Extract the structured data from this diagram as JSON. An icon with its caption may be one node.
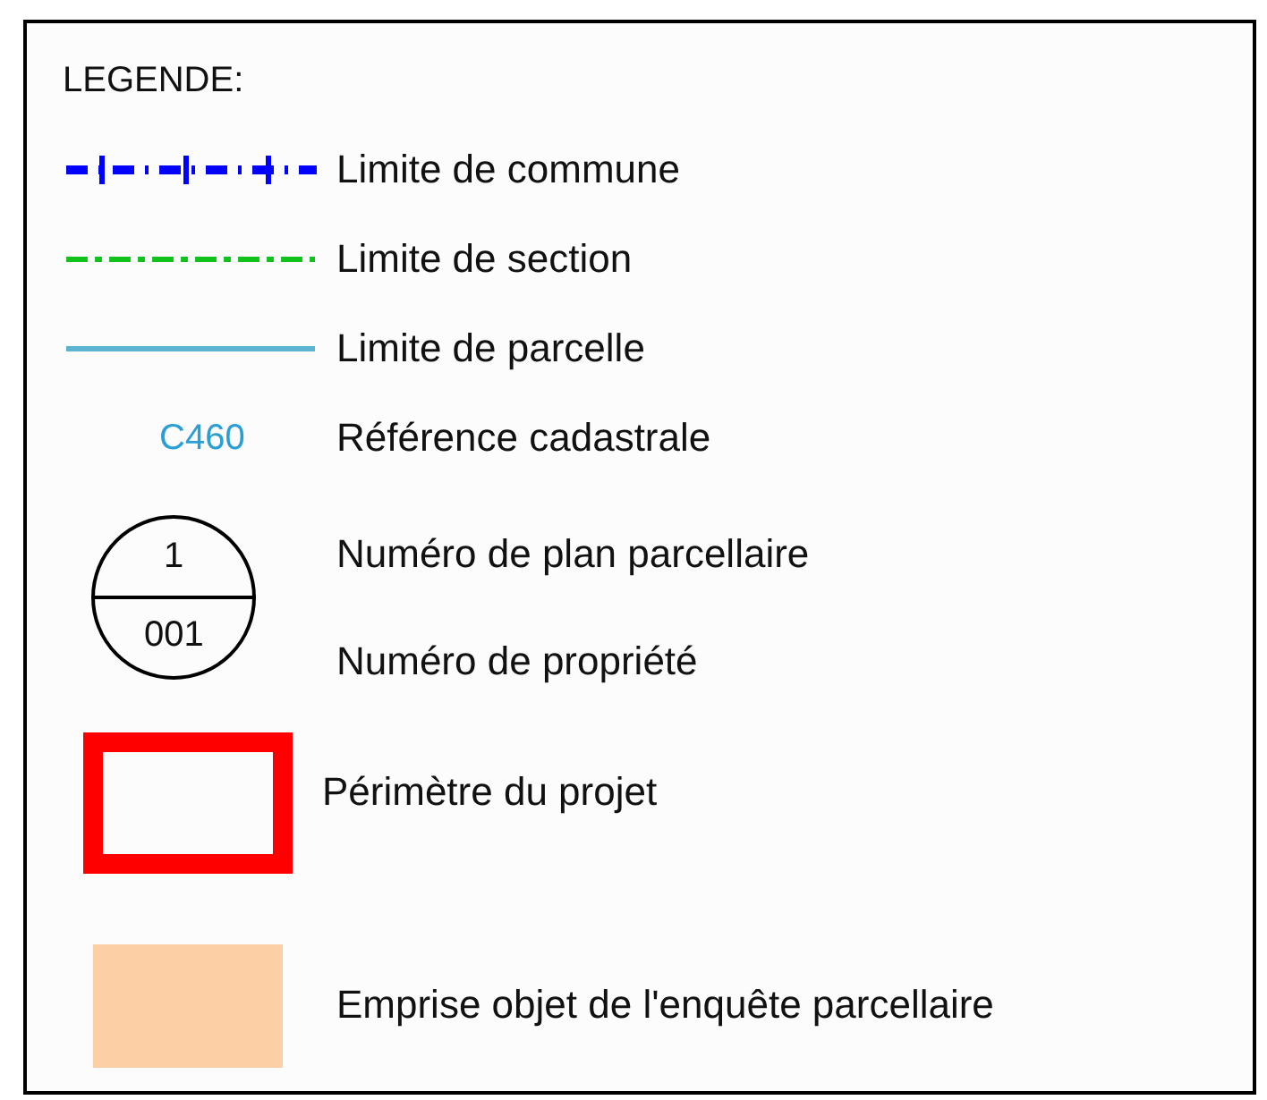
{
  "diagram": {
    "title": "LEGENDE:",
    "legend": [
      {
        "text": "Limite de commune"
      },
      {
        "text": "Limite de section"
      },
      {
        "text": "Limite de parcelle"
      },
      {
        "text": "Référence cadastrale"
      },
      {
        "text": "Numéro de plan parcellaire"
      },
      {
        "text": "Numéro de propriété"
      },
      {
        "text": "Périmètre du projet"
      },
      {
        "text": "Emprise objet de l'enquête parcellaire",
        "color": "#fcd0a4"
      }
    ],
    "labels": [
      "C460",
      "1",
      "001"
    ]
  }
}
